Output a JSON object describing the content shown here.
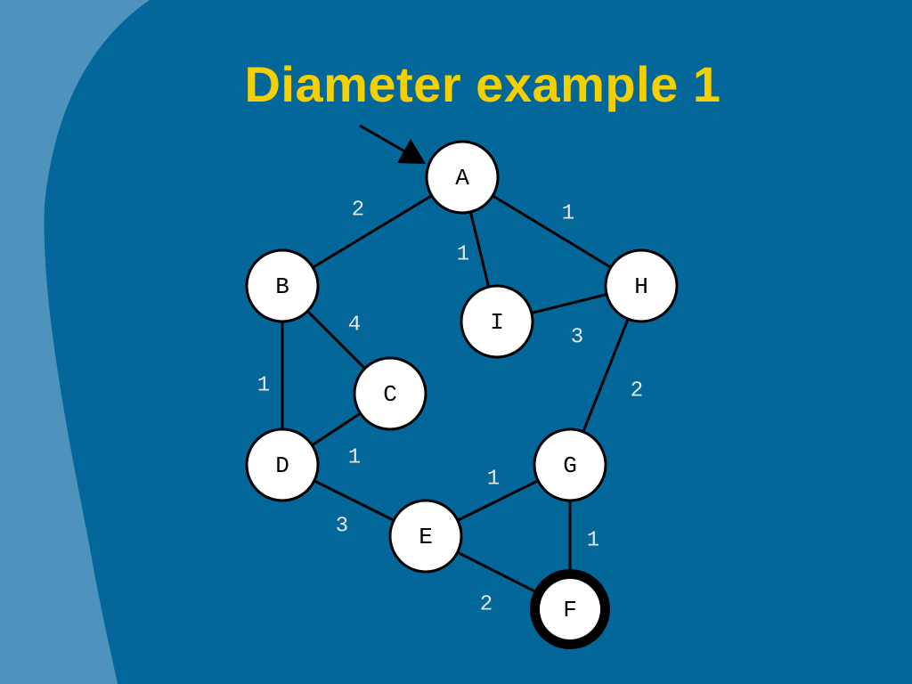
{
  "title": "Diameter example 1",
  "colors": {
    "background": "#04679a",
    "side_panel": "#4d93bd",
    "title": "#f5d000",
    "node_fill": "#ffffff",
    "edge": "#000000",
    "weight_text": "#e6e6e6"
  },
  "graph": {
    "nodes": [
      {
        "id": "A",
        "label": "A"
      },
      {
        "id": "B",
        "label": "B"
      },
      {
        "id": "C",
        "label": "C"
      },
      {
        "id": "D",
        "label": "D"
      },
      {
        "id": "E",
        "label": "E"
      },
      {
        "id": "F",
        "label": "F",
        "highlighted": true
      },
      {
        "id": "G",
        "label": "G"
      },
      {
        "id": "H",
        "label": "H"
      },
      {
        "id": "I",
        "label": "I"
      }
    ],
    "edges": [
      {
        "from": "A",
        "to": "B",
        "weight": "2"
      },
      {
        "from": "A",
        "to": "I",
        "weight": "1"
      },
      {
        "from": "A",
        "to": "H",
        "weight": "1"
      },
      {
        "from": "B",
        "to": "C",
        "weight": "4"
      },
      {
        "from": "B",
        "to": "D",
        "weight": "1"
      },
      {
        "from": "C",
        "to": "D",
        "weight": "1"
      },
      {
        "from": "I",
        "to": "H",
        "weight": "3"
      },
      {
        "from": "H",
        "to": "G",
        "weight": "2"
      },
      {
        "from": "D",
        "to": "E",
        "weight": "3"
      },
      {
        "from": "E",
        "to": "G",
        "weight": "1"
      },
      {
        "from": "E",
        "to": "F",
        "weight": "2"
      },
      {
        "from": "G",
        "to": "F",
        "weight": "1"
      }
    ],
    "start_arrow_target": "A"
  }
}
